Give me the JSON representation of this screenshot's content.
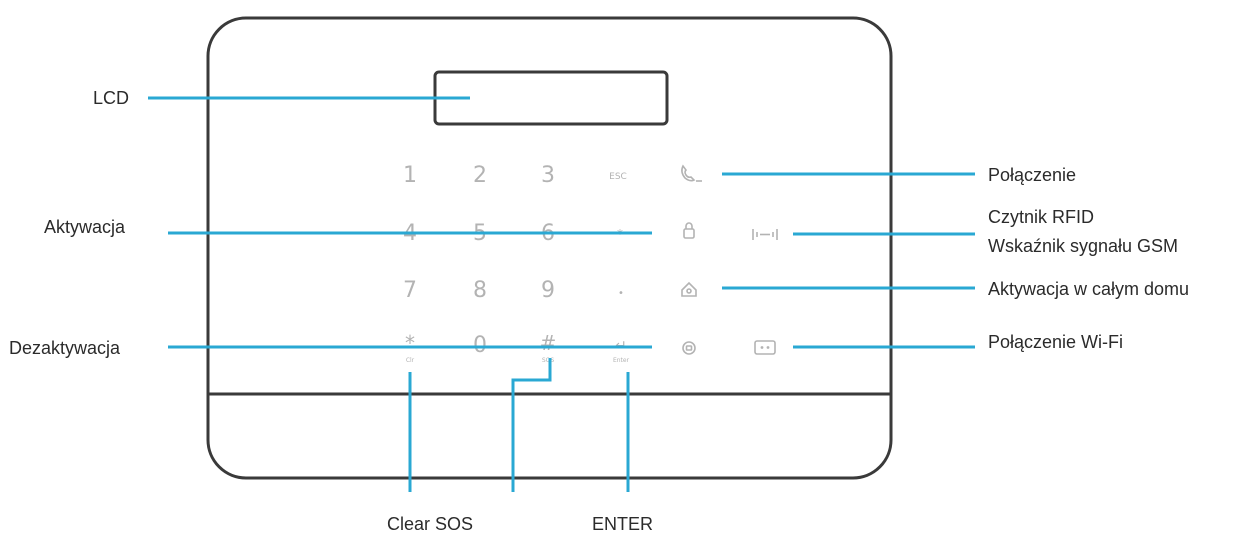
{
  "keypad": {
    "row1": [
      "1",
      "2",
      "3",
      "ESC"
    ],
    "row2": [
      "4",
      "5",
      "6",
      "*"
    ],
    "row3": [
      "7",
      "8",
      "9",
      "•"
    ],
    "row4": [
      "*",
      "0",
      "#",
      "↵"
    ],
    "row4_sub": [
      "Clr",
      "",
      "SOS",
      "Enter"
    ]
  },
  "labels": {
    "lcd": "LCD",
    "aktywacja": "Aktywacja",
    "dezaktywacja": "Dezaktywacja",
    "polaczenie": "Połączenie",
    "czytnik_rfid": "Czytnik RFID",
    "wskaznik_gsm": "Wskaźnik sygnału GSM",
    "aktywacja_dom": "Aktywacja w całym domu",
    "wifi": "Połączenie Wi-Fi",
    "clear_sos": "Clear SOS",
    "enter": "ENTER"
  },
  "colors": {
    "leader": "#2aa8d3",
    "outline": "#3a3a3a",
    "key_text": "#b3b3b3"
  },
  "icons": [
    "phone-icon",
    "lock-icon",
    "rfid-icon",
    "home-arm-icon",
    "disarm-icon",
    "wifi-icon"
  ]
}
